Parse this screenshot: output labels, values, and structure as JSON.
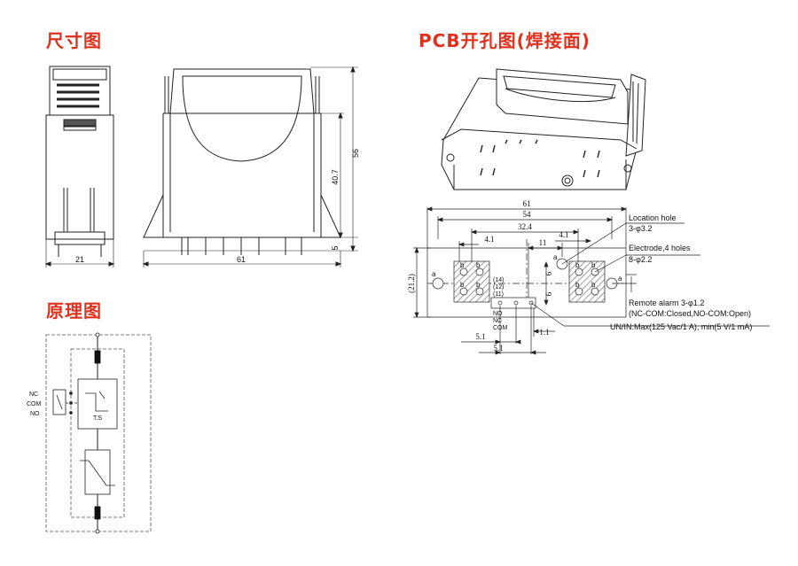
{
  "titles": {
    "dimensions": "尺寸图",
    "pcb": "PCB开孔图(焊接面)",
    "schematic": "原理图"
  },
  "dimensions": {
    "width_side": "21",
    "width_front": "61",
    "height_total": "56",
    "height_body": "40.7",
    "pin_length": "5"
  },
  "pcb": {
    "dims": {
      "d61": "61",
      "d54": "54",
      "d32_4": "32.4",
      "d4_1_left": "4.1",
      "d4_1_right": "4.1",
      "d11": "11",
      "d21_2": "(21.2)",
      "d6_top": "6",
      "d6_bottom": "6",
      "d5_1_a": "5.1",
      "d5_1_b": "5.1",
      "d1_1": "1.1"
    },
    "hole_a": "a",
    "hole_b": "b",
    "pin_numbers": [
      "(14)",
      "(12)",
      "(11)"
    ],
    "pin_names": [
      "NO",
      "NC",
      "COM"
    ],
    "notes": {
      "location_hole_1": "Location hole",
      "location_hole_2": "3-φ3.2",
      "electrode_1": "Electrode,4 holes",
      "electrode_2": "8-φ2.2",
      "alarm_1": "Remote alarm 3-φ1.2",
      "alarm_2": "(NC-COM:Closed,NO-COM:Open)",
      "rating": "UN/IN:Max(125 Vac/1 A), min(5 V/1 mA)"
    }
  },
  "schematic": {
    "nc": "NC",
    "com": "COM",
    "no": "NO",
    "ts": "T.S"
  }
}
